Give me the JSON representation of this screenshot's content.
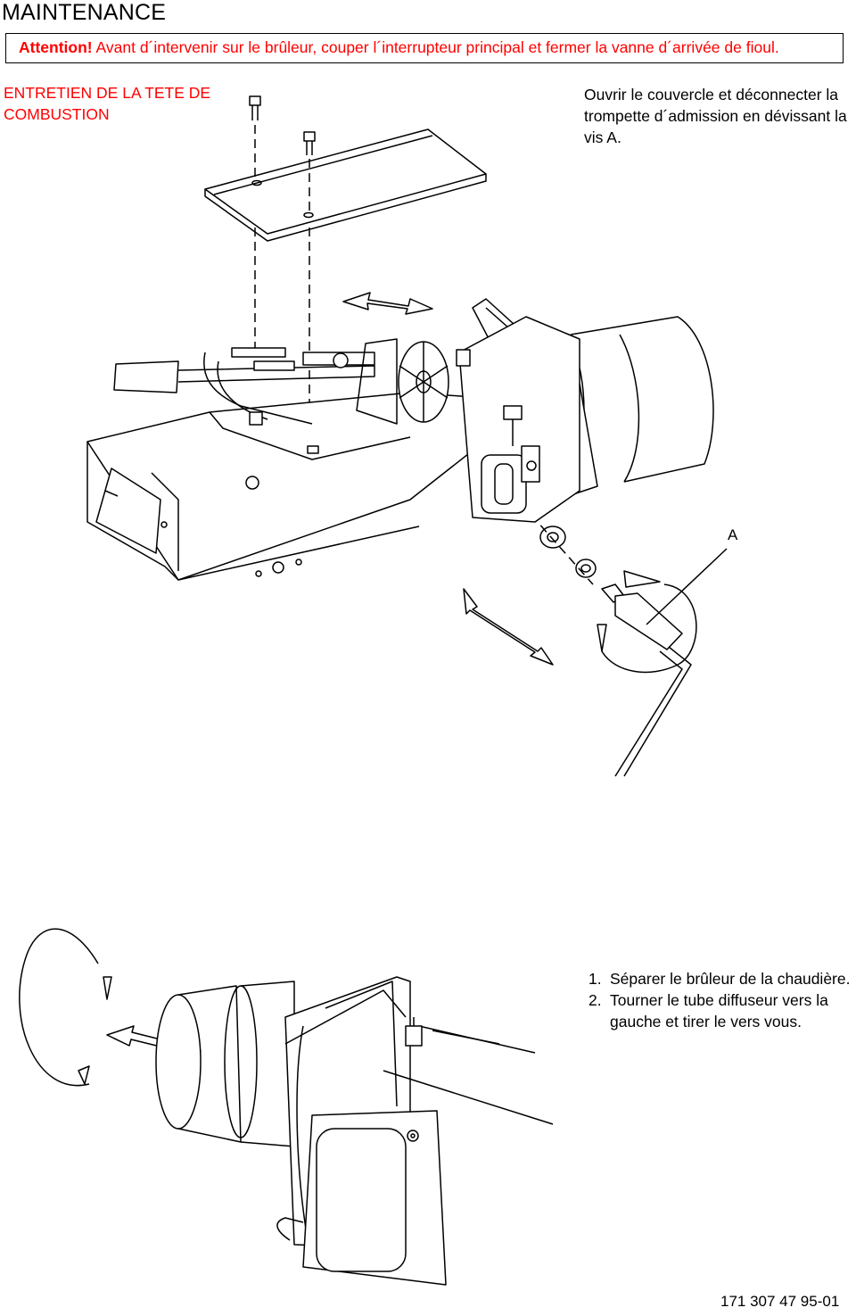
{
  "page": {
    "title": "MAINTENANCE",
    "warning": {
      "strong": "Attention!",
      "text": "Avant d´intervenir sur le brûleur, couper l´interrupteur principal et fermer la vanne d´arrivée de fioul."
    },
    "section": {
      "heading_line1": "ENTRETIEN DE LA TETE DE",
      "heading_line2": "COMBUSTION"
    },
    "intro": "Ouvrir le couvercle et déconnecter la trompette d´admission en dévissant la vis  A.",
    "callout_a": "A",
    "steps": [
      {
        "num": "1.",
        "text": "Séparer le brûleur de la chaudière."
      },
      {
        "num": "2.",
        "text": "Tourner le tube diffuseur vers la gauche et tirer le vers vous."
      }
    ],
    "doc_ref": "171 307 47  95-01"
  },
  "colors": {
    "warning_text": "#ff0000",
    "heading_text": "#ff0000",
    "line_art": "#000000"
  },
  "icons": [
    "screw-icon",
    "double-arrow-icon",
    "rotation-arrow-icon"
  ]
}
